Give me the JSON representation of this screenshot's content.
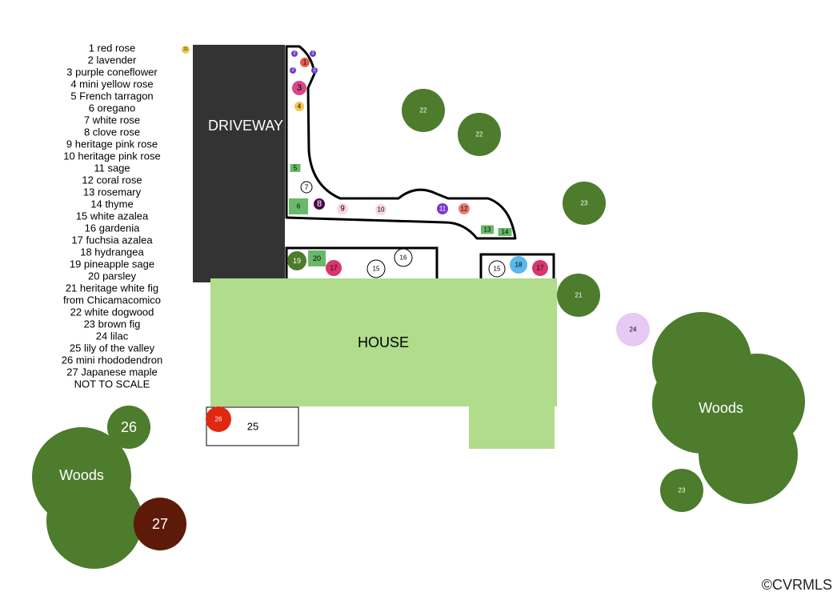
{
  "legend": [
    "1 red rose",
    "2 lavender",
    "3 purple coneflower",
    "4 mini yellow rose",
    "5 French tarragon",
    "6 oregano",
    "7 white rose",
    "8 clove rose",
    "9 heritage pink rose",
    "10 heritage pink rose",
    "11 sage",
    "12 coral rose",
    "13 rosemary",
    "14 thyme",
    "15 white azalea",
    "16 gardenia",
    "17 fuchsia azalea",
    "18 hydrangea",
    "19 pineapple sage",
    "20 parsley",
    "21 heritage white fig",
    "from Chicamacomico",
    "22 white dogwood",
    "23 brown fig",
    "24 lilac",
    "25 lily of the valley",
    "26 mini rhododendron",
    "27 Japanese maple",
    "NOT TO SCALE"
  ],
  "labels": {
    "driveway": "DRIVEWAY",
    "house": "HOUSE",
    "woods": "Woods",
    "bed25": "25"
  },
  "colors": {
    "driveway": "#333333",
    "house": "#b0dc8c",
    "woods": "#4c7c2c",
    "maple": "#5e1a08",
    "rhododendron": "#e02810",
    "lilac": "#e8c8f4",
    "fuchsia": "#d8366c",
    "hydrangea": "#5ab8ec",
    "sage": "#7a38cc",
    "coral": "#ec7c74",
    "pink": "#f8d8e0",
    "herb": "#6ab86a",
    "yellow": "#f0c850",
    "lavender": "#6a3ec8",
    "red_rose": "#e05c4c",
    "coneflower": "#d84888",
    "clove": "#4a0a48"
  },
  "plants": [
    {
      "id": "1",
      "label": "1",
      "icon": "red-rose"
    },
    {
      "id": "2a",
      "label": "2",
      "icon": "lavender"
    },
    {
      "id": "2b",
      "label": "2",
      "icon": "lavender"
    },
    {
      "id": "2c",
      "label": "2",
      "icon": "lavender"
    },
    {
      "id": "2d",
      "label": "2",
      "icon": "lavender"
    },
    {
      "id": "3",
      "label": "3",
      "icon": "purple-coneflower"
    },
    {
      "id": "4",
      "label": "4",
      "icon": "mini-yellow-rose"
    },
    {
      "id": "5",
      "label": "5",
      "icon": "french-tarragon"
    },
    {
      "id": "6",
      "label": "6",
      "icon": "oregano"
    },
    {
      "id": "7",
      "label": "7",
      "icon": "white-rose"
    },
    {
      "id": "8",
      "label": "8",
      "icon": "clove-rose"
    },
    {
      "id": "9",
      "label": "9",
      "icon": "heritage-pink-rose"
    },
    {
      "id": "10",
      "label": "10",
      "icon": "heritage-pink-rose"
    },
    {
      "id": "11",
      "label": "11",
      "icon": "sage"
    },
    {
      "id": "12",
      "label": "12",
      "icon": "coral-rose"
    },
    {
      "id": "13",
      "label": "13",
      "icon": "rosemary"
    },
    {
      "id": "14",
      "label": "14",
      "icon": "thyme"
    },
    {
      "id": "15a",
      "label": "15",
      "icon": "white-azalea"
    },
    {
      "id": "15b",
      "label": "15",
      "icon": "white-azalea"
    },
    {
      "id": "16",
      "label": "16",
      "icon": "gardenia"
    },
    {
      "id": "17a",
      "label": "17",
      "icon": "fuchsia-azalea"
    },
    {
      "id": "17b",
      "label": "17",
      "icon": "fuchsia-azalea"
    },
    {
      "id": "18",
      "label": "18",
      "icon": "hydrangea"
    },
    {
      "id": "19",
      "label": "19",
      "icon": "pineapple-sage"
    },
    {
      "id": "20",
      "label": "20",
      "icon": "parsley"
    },
    {
      "id": "21a",
      "label": "21",
      "icon": "fig"
    },
    {
      "id": "21b",
      "label": "21",
      "icon": "fig"
    },
    {
      "id": "22a",
      "label": "22",
      "icon": "dogwood"
    },
    {
      "id": "22b",
      "label": "22",
      "icon": "dogwood"
    },
    {
      "id": "23a",
      "label": "23",
      "icon": "brown-fig"
    },
    {
      "id": "23b",
      "label": "23",
      "icon": "brown-fig"
    },
    {
      "id": "24",
      "label": "24",
      "icon": "lilac"
    },
    {
      "id": "26a",
      "label": "26",
      "icon": "mini-rhododendron"
    },
    {
      "id": "26b",
      "label": "26",
      "icon": "mini-rhododendron"
    },
    {
      "id": "27",
      "label": "27",
      "icon": "japanese-maple"
    }
  ],
  "copyright": "©CVRMLS"
}
